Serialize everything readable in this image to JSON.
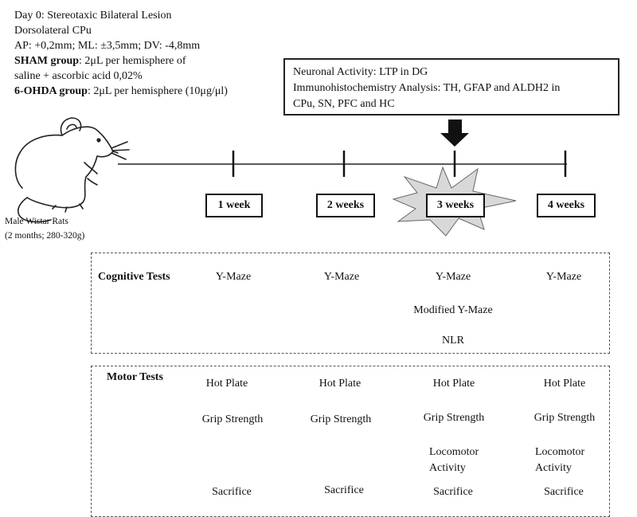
{
  "protocol": {
    "line1": "Day 0: Stereotaxic Bilateral  Lesion",
    "line2": "Dorsolateral CPu",
    "line3": "AP: +0,2mm; ML: ±3,5mm; DV: -4,8mm",
    "sham_label": "SHAM group",
    "sham_text": ": 2μL per hemisphere  of",
    "sham_text2": "saline + ascorbic acid 0,02%",
    "ohda_label": "6-OHDA group",
    "ohda_text": ": 2μL per hemisphere  (10μg/μl)"
  },
  "analysis": {
    "line1": "Neuronal Activity:  LTP  in DG",
    "line2": "Immunohistochemistry Analysis:  TH, GFAP and ALDH2  in",
    "line3": "CPu,  SN, PFC and HC"
  },
  "timeline": {
    "weeks": [
      "1 week",
      "2 weeks",
      "3 weeks",
      "4 weeks"
    ]
  },
  "subjects": {
    "line1": "Male Wistar Rats",
    "line2": "(2 months;  280-320g)"
  },
  "cognitive": {
    "title": "Cognitive Tests",
    "ymaze": [
      "Y-Maze",
      "Y-Maze",
      "Y-Maze",
      "Y-Maze"
    ],
    "modified": "Modified Y-Maze",
    "nlr": "NLR"
  },
  "motor": {
    "title": "Motor Tests",
    "hot_plate": [
      "Hot Plate",
      "Hot Plate",
      "Hot Plate",
      "Hot Plate"
    ],
    "grip": [
      "Grip Strength",
      "Grip Strength",
      "Grip Strength",
      "Grip Strength"
    ],
    "locomotor": [
      "Locomotor Activity",
      "Locomotor Activity"
    ],
    "sacrifice": [
      "Sacrifice",
      "Sacrifice",
      "Sacrifice",
      "Sacrifice"
    ]
  }
}
